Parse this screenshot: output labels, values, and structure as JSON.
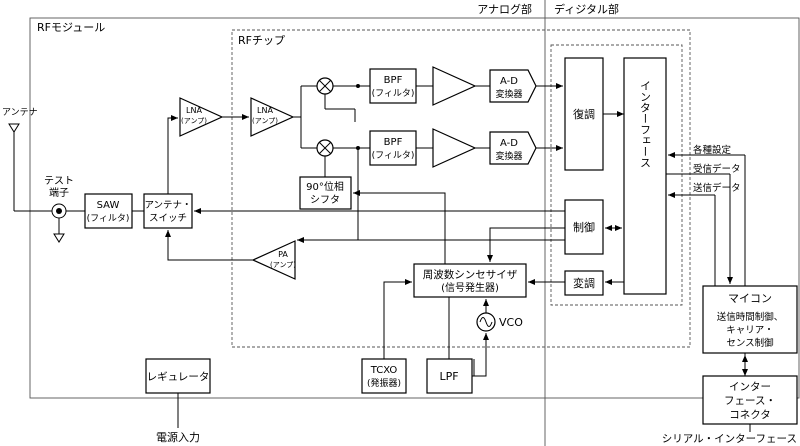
{
  "regions": {
    "analog": "アナログ部",
    "digital": "ディジタル部",
    "rf_module": "RFモジュール",
    "rf_chip": "RFチップ"
  },
  "antenna": "アンテナ",
  "test_port": [
    "テスト",
    "端子"
  ],
  "saw": [
    "SAW",
    "(フィルタ)"
  ],
  "antenna_switch": [
    "アンテナ・",
    "スイッチ"
  ],
  "lna1": [
    "LNA",
    "(アンプ)"
  ],
  "lna2": [
    "LNA",
    "(アンプ)"
  ],
  "bpf_top": [
    "BPF",
    "(フィルタ)"
  ],
  "bpf_bottom": [
    "BPF",
    "(フィルタ)"
  ],
  "adc_top": [
    "A-D",
    "変換器"
  ],
  "adc_bottom": [
    "A-D",
    "変換器"
  ],
  "phase_shifter": [
    "90°位相",
    "シフタ"
  ],
  "pa": [
    "PA",
    "(アンプ)"
  ],
  "synth": [
    "周波数シンセサイザ",
    "(信号発生器)"
  ],
  "vco": "VCO",
  "tcxo": [
    "TCXO",
    "(発振器)"
  ],
  "lpf": "LPF",
  "regulator": "レギュレータ",
  "power_input": "電源入力",
  "demod": "復調",
  "control": "制御",
  "mod": "変調",
  "interface": "インターフェース",
  "signals": {
    "settings": "各種設定",
    "rx_data": "受信データ",
    "tx_data": "送信データ"
  },
  "mcu": [
    "マイコン",
    "送信時間制御、",
    "キャリア・",
    "センス制御"
  ],
  "connector": [
    "インター",
    "フェース・",
    "コネクタ"
  ],
  "serial": "シリアル・インターフェース"
}
